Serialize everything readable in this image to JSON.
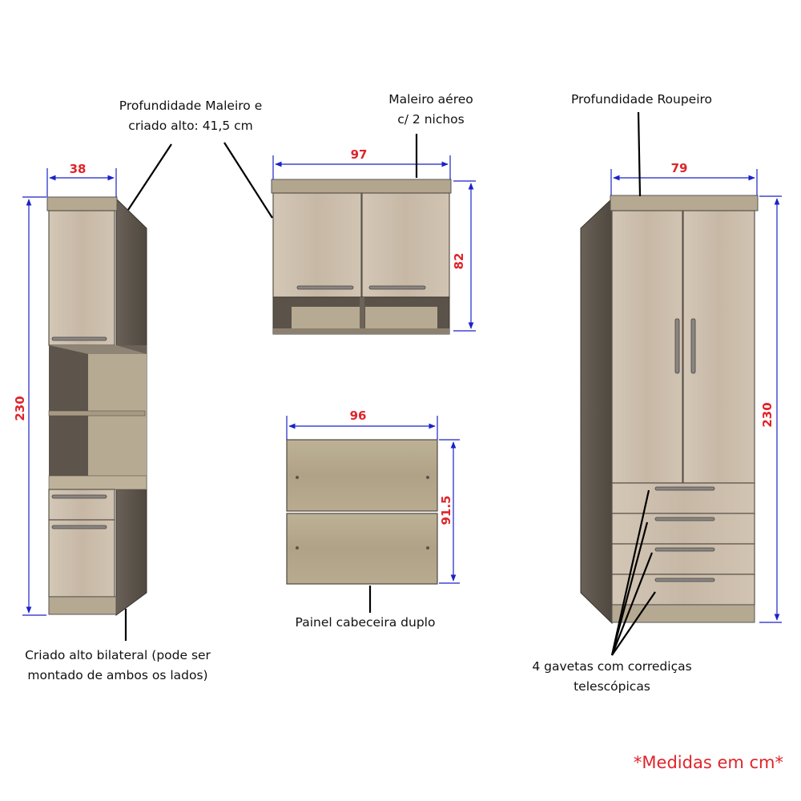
{
  "labels": {
    "depth_maleiro_line1": "Profundidade Maleiro e",
    "depth_maleiro_line2": "criado alto: 41,5 cm",
    "maleiro_line1": "Maleiro aéreo",
    "maleiro_line2": "c/ 2 nichos",
    "depth_roupeiro": "Profundidade Roupeiro",
    "painel": "Painel cabeceira duplo",
    "criado_line1": "Criado alto bilateral (pode ser",
    "criado_line2": "montado de ambos os lados)",
    "gavetas_line1": "4 gavetas com corrediças",
    "gavetas_line2": "telescópicas"
  },
  "dimensions": {
    "criado_width": "38",
    "criado_height": "230",
    "maleiro_width": "97",
    "maleiro_height": "82",
    "painel_width": "96",
    "painel_height": "91.5",
    "roupeiro_width": "79",
    "roupeiro_height": "230"
  },
  "note": "*Medidas em cm*",
  "colors": {
    "dimension_line": "#1a22c8",
    "dimension_text": "#e0242a",
    "wood_light": "#cdbfae",
    "wood_dark": "#5a5249",
    "wood_top": "#b3a68f",
    "wood_panel": "#b5a88e"
  }
}
